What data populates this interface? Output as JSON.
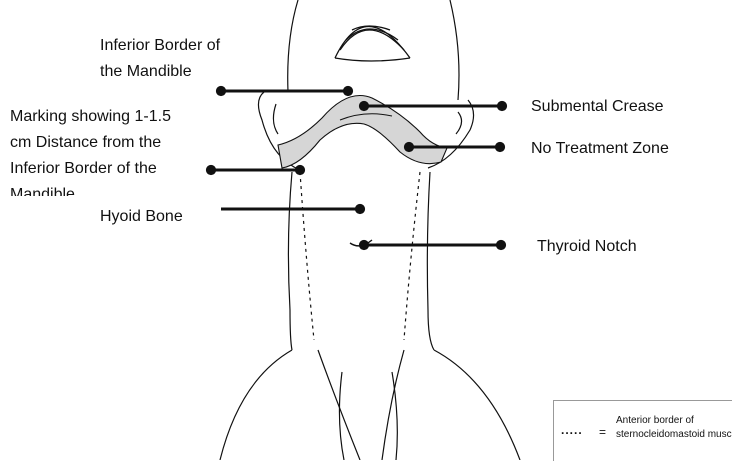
{
  "labels": {
    "mandible_line1": "Inferior Border of",
    "mandible_line2": "the Mandible",
    "marking_line1": "Marking showing 1-1.5",
    "marking_line2": "cm Distance from the",
    "marking_line3": "Inferior Border of the",
    "marking_line4": "Mandible",
    "hyoid": "Hyoid Bone",
    "submental": "Submental Crease",
    "no_treatment": "No Treatment Zone",
    "thyroid": "Thyroid Notch"
  },
  "legend": {
    "symbol": ".....",
    "equals": "=",
    "line1": "Anterior border of",
    "line2": "sternocleidomastoid muscle"
  },
  "colors": {
    "ink": "#111111",
    "zone_fill": "#d6d6d6"
  }
}
